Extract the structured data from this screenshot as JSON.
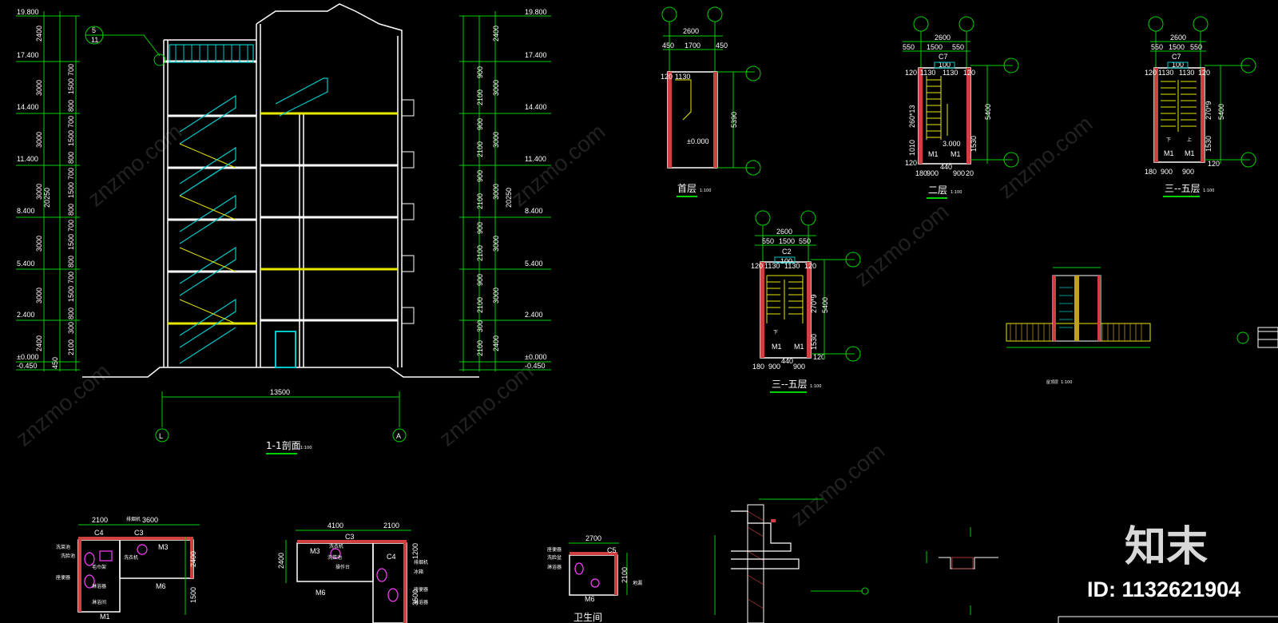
{
  "section": {
    "title": "1-1剖面",
    "scale": "1:100",
    "left_elevations": [
      "19.800",
      "17.400",
      "14.400",
      "11.400",
      "8.400",
      "5.400",
      "2.400",
      "±0.000",
      "-0.450"
    ],
    "right_elevations": [
      "19.800",
      "17.400",
      "14.400",
      "11.400",
      "8.400",
      "5.400",
      "2.400",
      "±0.000",
      "-0.450"
    ],
    "left_outer_dims": [
      "2400",
      "3000",
      "3000",
      "3000",
      "3000",
      "3000",
      "2400"
    ],
    "left_total": "20250",
    "left_inner_dims": [
      "700",
      "1500",
      "800",
      "700",
      "1500",
      "800",
      "700",
      "1500",
      "800",
      "700",
      "1500",
      "800",
      "700",
      "1500",
      "800",
      "300",
      "2100"
    ],
    "bottom_dim": "450",
    "right_inner_dims": [
      "900",
      "2100",
      "900",
      "2100",
      "900",
      "2100",
      "900",
      "2100",
      "900",
      "2100",
      "300",
      "2100"
    ],
    "right_outer_dims": [
      "2400",
      "3000",
      "3000",
      "3000",
      "3000",
      "3000",
      "2400"
    ],
    "right_total": "20250",
    "overall_width": "13500",
    "axis_left": "L",
    "axis_right": "A",
    "detail_top": "5",
    "detail_bottom": "11"
  },
  "plan_ground": {
    "title": "首层",
    "scale": "1:100",
    "dims_top": [
      "2600"
    ],
    "dims_sub": [
      "450",
      "1700",
      "450"
    ],
    "dims_wall": [
      "120",
      "1130"
    ],
    "elev": "±0.000",
    "side_dim": "5390"
  },
  "plan_second": {
    "title": "二层",
    "scale": "1:100",
    "dims_top": [
      "2600"
    ],
    "dims_sub": [
      "550",
      "1500",
      "550"
    ],
    "window": "C7",
    "window_dim": "100",
    "dims_wall": [
      "120",
      "1130",
      "1130",
      "120"
    ],
    "side_dims": [
      "260*13",
      "1010",
      "120"
    ],
    "right_dims": [
      "5400",
      "1530"
    ],
    "elev": "3.000",
    "doors": [
      "M1",
      "M1"
    ],
    "bottom_dims": [
      "180",
      "900",
      "440",
      "900",
      "20"
    ]
  },
  "plan_upper_a": {
    "title": "三--五层",
    "scale": "1:100",
    "dims_top": [
      "2600"
    ],
    "dims_sub": [
      "550",
      "1500",
      "550"
    ],
    "window": "C7",
    "window_dim": "100",
    "dims_wall": [
      "120",
      "1130",
      "1130",
      "120"
    ],
    "right_dims": [
      "270*9",
      "5400",
      "1530"
    ],
    "labels": [
      "下",
      "上"
    ],
    "doors": [
      "M1",
      "M1"
    ],
    "bottom_dims": [
      "180",
      "900",
      "900",
      "120"
    ]
  },
  "plan_upper_b": {
    "title": "三--五层",
    "scale": "1:100",
    "dims_top": [
      "2600"
    ],
    "dims_sub": [
      "550",
      "1500",
      "550"
    ],
    "window": "C2",
    "window_dim": "100",
    "dims_wall": [
      "120",
      "1130",
      "1130",
      "120"
    ],
    "right_dims": [
      "270*9",
      "5400",
      "1530"
    ],
    "labels": [
      "下"
    ],
    "doors": [
      "M1",
      "M1"
    ],
    "bottom_dims": [
      "180",
      "900",
      "440",
      "900",
      "120"
    ]
  },
  "roof_plan": {
    "title": "屋顶层",
    "scale": "1:100"
  },
  "bath_a": {
    "dims_top": [
      "2100",
      "3600"
    ],
    "labels": [
      "排烟机",
      "洗菜池",
      "洗脸池",
      "毛巾架",
      "座便器",
      "淋浴器",
      "淋浴间",
      "洗衣机"
    ],
    "windows": [
      "C4",
      "C3"
    ],
    "doors": [
      "M3",
      "M6",
      "M1"
    ],
    "side_dims": [
      "2400",
      "1500"
    ]
  },
  "bath_b": {
    "dims_top": [
      "4100",
      "2100"
    ],
    "labels": [
      "洗衣机",
      "洗菜池",
      "操作台",
      "排烟机",
      "冰箱",
      "座便器",
      "淋浴器"
    ],
    "windows": [
      "C3",
      "C4"
    ],
    "doors": [
      "M3",
      "M6"
    ],
    "side_dims": [
      "2400",
      "1200",
      "3500"
    ]
  },
  "bath_c": {
    "dims_top": [
      "2700"
    ],
    "labels": [
      "座便器",
      "洗脸盆",
      "淋浴器",
      "地漏"
    ],
    "windows": [
      "C5"
    ],
    "doors": [
      "M6"
    ],
    "side_dims": [
      "2100"
    ],
    "title": "卫生间"
  },
  "brand": {
    "name": "知末",
    "id_label": "ID: 1132621904",
    "watermark": "znzmo.com"
  }
}
